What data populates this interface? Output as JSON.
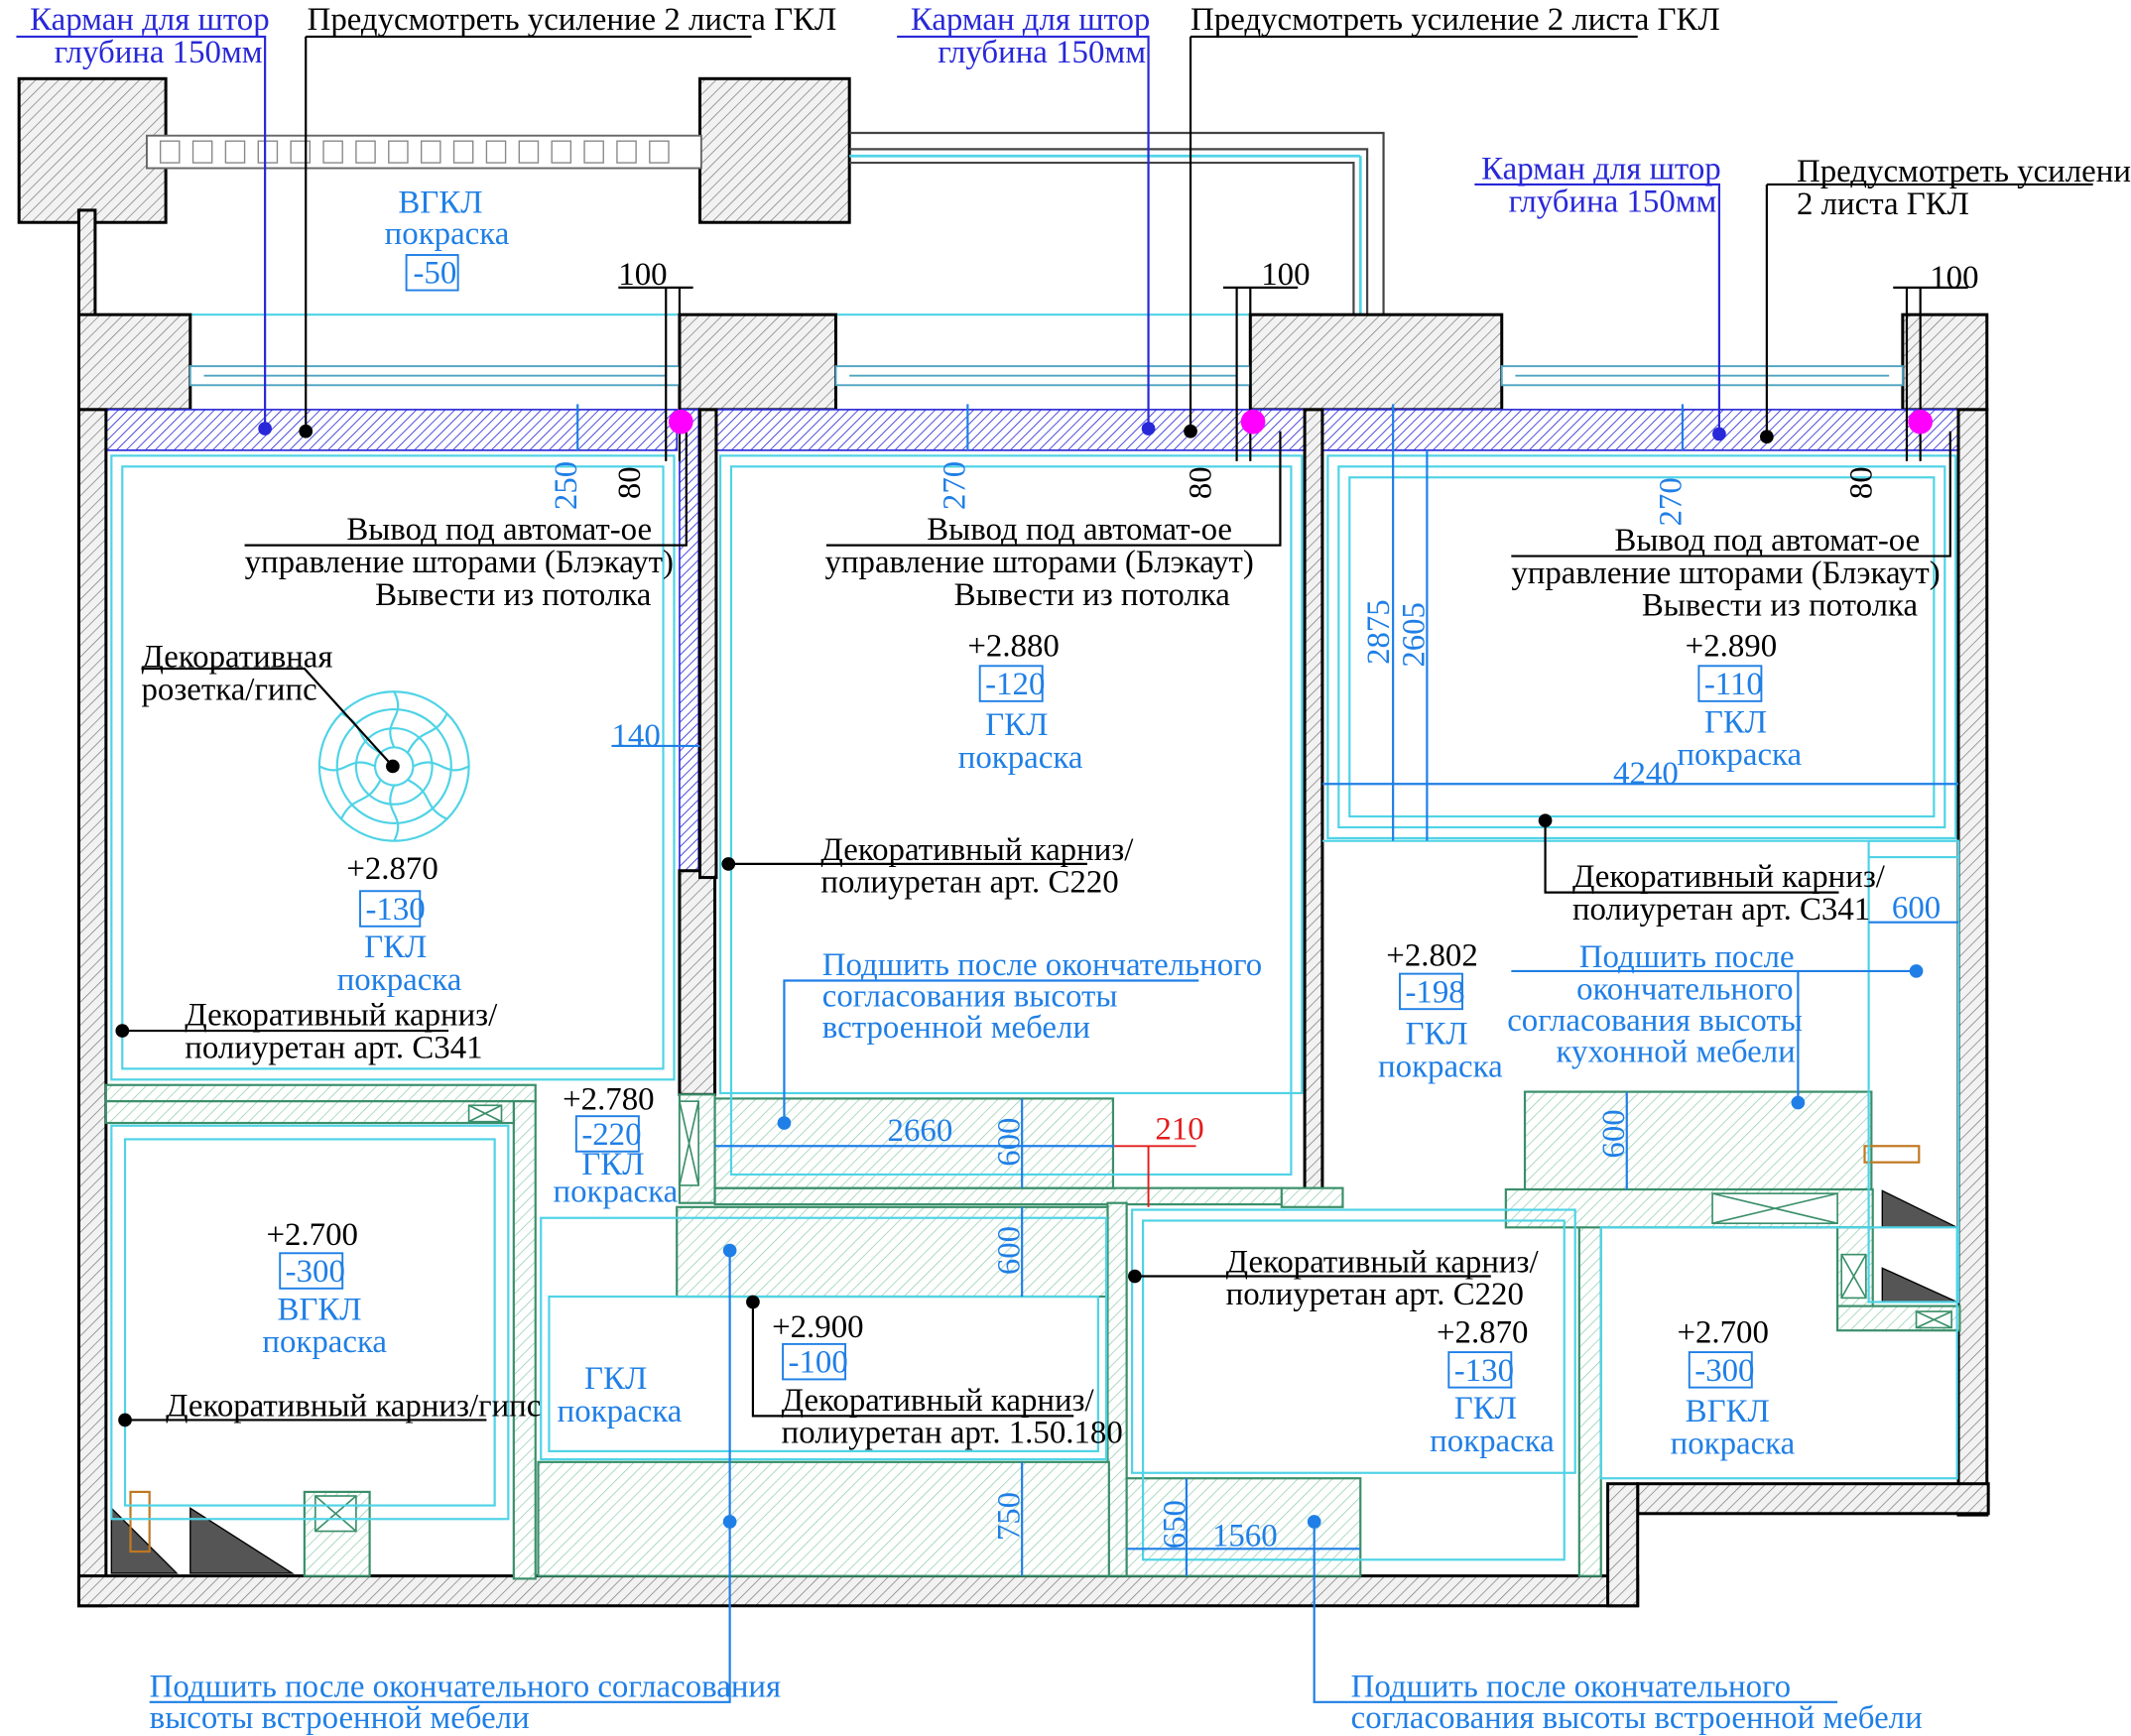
{
  "colors": {
    "ceiling_note": "#1f7fe6",
    "curtain_note": "#2828d8",
    "leader_black": "#000000",
    "automation_outlet": "#ff00ff",
    "dimension_red": "#e21c1c",
    "cyan_outline": "#4fd3e6",
    "furniture_hatch": "#3a8f6a"
  },
  "top_notes": [
    {
      "line1": "Карман для штор",
      "line2": "глубина 150мм"
    },
    {
      "line1": "Предусмотреть усиление 2 листа ГКЛ"
    },
    {
      "line1": "Карман для штор",
      "line2": "глубина 150мм"
    },
    {
      "line1": "Предусмотреть усиление 2 листа ГКЛ"
    },
    {
      "line1": "Карман для штор",
      "line2": "глубина 150мм"
    },
    {
      "line1": "Предусмотреть усиление",
      "line2": "2 листа ГКЛ"
    }
  ],
  "automation_notes": [
    {
      "line1": "Вывод под автомат-ое",
      "line2": "управление шторами (Блэкаут)",
      "line3": "Вывести из потолка"
    },
    {
      "line1": "Вывод под автомат-ое",
      "line2": "управление шторами (Блэкаут)",
      "line3": "Вывести из потолка"
    },
    {
      "line1": "Вывод под автомат-ое",
      "line2": "управление шторами (Блэкаут)",
      "line3": "Вывести из потолка"
    }
  ],
  "ceilings": [
    {
      "level": "+2.870",
      "offset": "-130",
      "material": "ГКЛ",
      "finish": "покраска"
    },
    {
      "level": "+2.880",
      "offset": "-120",
      "material": "ГКЛ",
      "finish": "покраска"
    },
    {
      "level": "+2.890",
      "offset": "-110",
      "material": "ГКЛ",
      "finish": "покраска"
    },
    {
      "level": "+2.802",
      "offset": "-198",
      "material": "ГКЛ",
      "finish": "покраска"
    },
    {
      "level": "+2.780",
      "offset": "-220",
      "material": "ГКЛ",
      "finish": "покраска"
    },
    {
      "level": "+2.700",
      "offset": "-300",
      "material": "ВГКЛ",
      "finish": "покраска"
    },
    {
      "level": "+2.900",
      "offset": "-100",
      "material": "",
      "finish": ""
    },
    {
      "level": "+2.870",
      "offset": "-130",
      "material": "ГКЛ",
      "finish": "покраска"
    },
    {
      "level": "+2.700",
      "offset": "-300",
      "material": "ВГКЛ",
      "finish": "покраска"
    }
  ],
  "balcony": {
    "material": "ВГКЛ",
    "finish": "покраска",
    "offset": "-50"
  },
  "corridor": {
    "material": "ГКЛ",
    "finish": "покраска"
  },
  "cornice_notes": [
    {
      "line1": "Декоративный карниз/",
      "line2": "полиуретан арт. С341"
    },
    {
      "line1": "Декоративный карниз/",
      "line2": "полиуретан арт. С220"
    },
    {
      "line1": "Декоративный карниз/",
      "line2": "полиуретан арт. С341"
    },
    {
      "line1": "Декоративный карниз/",
      "line2": "полиуретан арт. С220"
    },
    {
      "line1": "Декоративный карниз/",
      "line2": "полиуретан арт. 1.50.180"
    },
    {
      "line1": "Декоративный карниз/гипс"
    }
  ],
  "rosette_note": {
    "line1": "Декоративная",
    "line2": "розетка/гипс"
  },
  "sew_notes": [
    {
      "line1": "Подшить после окончательного",
      "line2": "согласования высоты",
      "line3": "встроенной мебели"
    },
    {
      "line1": "Подшить после",
      "line2": "окончательного",
      "line3": "согласования высоты",
      "line4": "кухонной мебели"
    },
    {
      "line1": "Подшить после окончательного согласования",
      "line2": "высоты встроенной мебели"
    },
    {
      "line1": "Подшить после окончательного",
      "line2": "согласования высоты встроенной мебели"
    }
  ],
  "dimensions": {
    "d100a": "100",
    "d100b": "100",
    "d100c": "100",
    "d250": "250",
    "d270a": "270",
    "d270b": "270",
    "d80a": "80",
    "d80b": "80",
    "d80c": "80",
    "d140": "140",
    "d2875": "2875",
    "d2605": "2605",
    "d4240": "4240",
    "d600a": "600",
    "d600b": "600",
    "d600c": "600",
    "d600d": "600",
    "d2660": "2660",
    "d210": "210",
    "d750": "750",
    "d650": "650",
    "d1560": "1560"
  }
}
